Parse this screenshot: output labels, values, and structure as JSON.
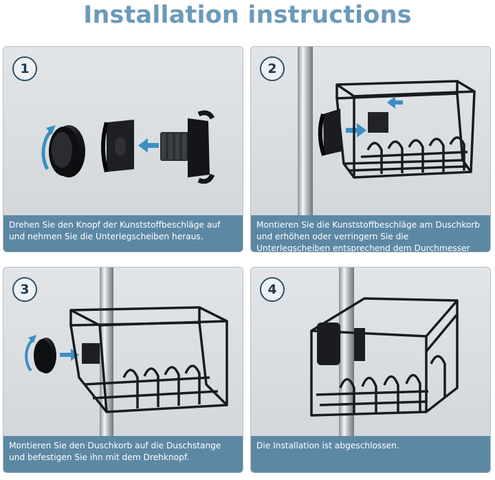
{
  "page": {
    "title": "Installation instructions"
  },
  "steps": [
    {
      "number": "1",
      "caption": "Drehen Sie den Knopf der Kunststoffbeschläge auf und nehmen Sie die Unterlegscheiben heraus."
    },
    {
      "number": "2",
      "caption": "Montieren Sie die Kunststoffbeschläge am Duschkorb und erhöhen oder verringern Sie die Unterlegscheiben entsprechend dem Durchmesser der Duschstange."
    },
    {
      "number": "3",
      "caption": "Montieren Sie den Duschkorb auf die Duschstange und befestigen Sie ihn mit dem Drehknopf."
    },
    {
      "number": "4",
      "caption": "Die Installation ist abgeschlossen."
    }
  ],
  "colors": {
    "title": "#6b9ab8",
    "caption_bg": "#5d88a4",
    "panel_bg": "#dcdfe2",
    "arrow": "#3b8fc4",
    "metal": "#1c1c1c"
  },
  "icons": [
    "knob-icon",
    "clamp-icon",
    "arrow-icon",
    "basket-icon",
    "pole-icon"
  ]
}
